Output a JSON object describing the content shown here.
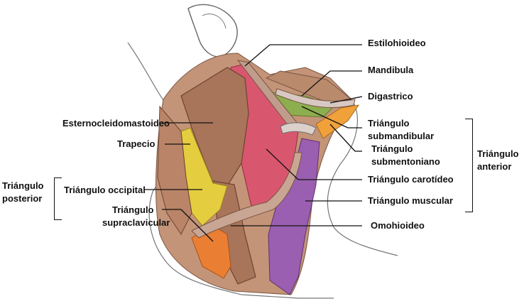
{
  "labels": {
    "estilohioideo": "Estilohioideo",
    "mandibula": "Mandibula",
    "digastrico": "Digastrico",
    "triangulo_submandibular_1": "Triángulo",
    "triangulo_submandibular_2": "submandibular",
    "triangulo_submentoniano_1": "Triángulo",
    "triangulo_submentoniano_2": "submentoniano",
    "triangulo_carotideo": "Triángulo carotídeo",
    "triangulo_muscular": "Triángulo muscular",
    "omohioideo": "Omohioideo",
    "esternocleidomastoideo": "Esternocleidomastoideo",
    "trapecio": "Trapecio",
    "triangulo_occipital": "Triángulo occipital",
    "triangulo_supraclavicular_1": "Triángulo",
    "triangulo_supraclavicular_2": "supraclavicular",
    "triangulo_posterior_1": "Triángulo",
    "triangulo_posterior_2": "posterior",
    "triangulo_anterior_1": "Triángulo",
    "triangulo_anterior_2": "anterior"
  },
  "colors": {
    "muscle": "#b88a6e",
    "muscle_dark": "#8c5a41",
    "carotid": "#d9566f",
    "muscular": "#9a5fb0",
    "submandibular": "#8dae4e",
    "submental": "#f0a13a",
    "occipital": "#e4cd3f",
    "supraclavicular": "#ea7f33",
    "outline": "#6b6b6b"
  }
}
